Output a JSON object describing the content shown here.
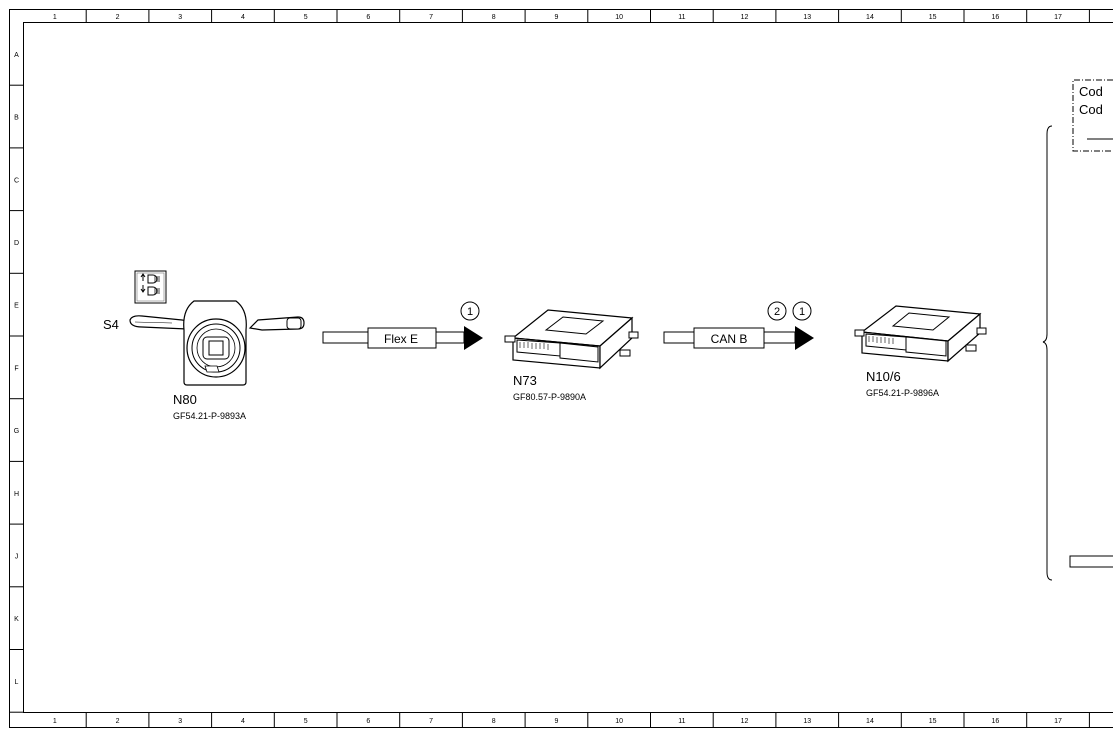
{
  "grid": {
    "columns": [
      "1",
      "2",
      "3",
      "4",
      "5",
      "6",
      "7",
      "8",
      "9",
      "10",
      "11",
      "12",
      "13",
      "14",
      "15",
      "16",
      "17"
    ],
    "rows": [
      "A",
      "B",
      "C",
      "D",
      "E",
      "F",
      "G",
      "H",
      "J",
      "K",
      "L"
    ]
  },
  "components": {
    "s4": {
      "label": "S4"
    },
    "n80": {
      "label": "N80",
      "ref": "GF54.21-P-9893A"
    },
    "n73": {
      "label": "N73",
      "ref": "GF80.57-P-9890A"
    },
    "n10_6": {
      "label": "N10/6",
      "ref": "GF54.21-P-9896A"
    }
  },
  "buses": {
    "flex_e": {
      "label": "Flex E",
      "badges": [
        "1"
      ]
    },
    "can_b": {
      "label": "CAN B",
      "badges": [
        "2",
        "1"
      ]
    }
  },
  "legend": {
    "line1": "Cod",
    "line2": "Cod"
  }
}
